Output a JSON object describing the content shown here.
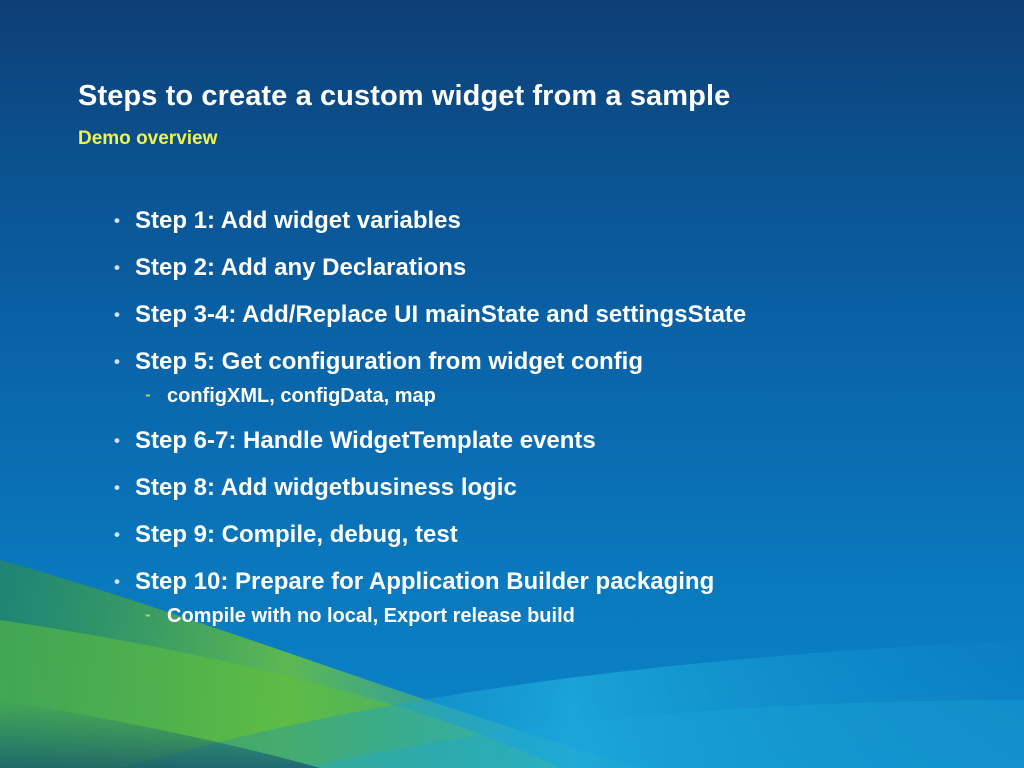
{
  "slide": {
    "title": "Steps to create a custom widget from a sample",
    "subtitle": "Demo overview",
    "bullets": [
      {
        "text": "Step 1: Add widget variables"
      },
      {
        "text": "Step 2: Add any Declarations"
      },
      {
        "text": "Step 3-4: Add/Replace UI mainState and settingsState"
      },
      {
        "text": "Step 5: Get configuration from widget config",
        "sub": "configXML, configData, map"
      },
      {
        "text": "Step 6-7: Handle WidgetTemplate events"
      },
      {
        "text": "Step 8: Add widgetbusiness logic"
      },
      {
        "text": "Step 9: Compile, debug, test"
      },
      {
        "text": "Step 10: Prepare for Application Builder packaging",
        "sub": "Compile with no local, Export release build"
      }
    ],
    "bullet_glyph": "•",
    "sub_bullet_glyph": "-"
  },
  "colors": {
    "background_top": "#0d3f76",
    "background_bottom": "#0b86c9",
    "title": "#ffffff",
    "subtitle": "#f2f24a",
    "swoosh_green": "#5bb53a",
    "swoosh_cyan": "#1ab0d8"
  }
}
